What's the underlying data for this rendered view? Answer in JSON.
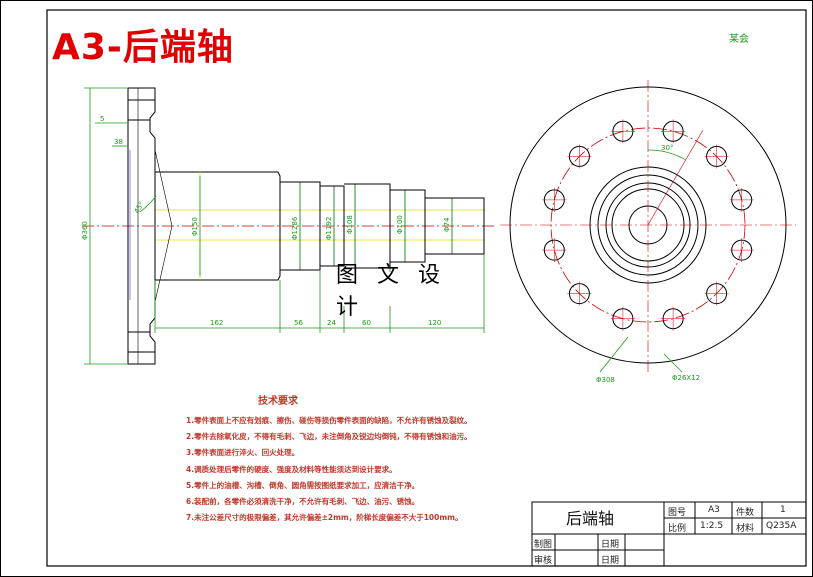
{
  "title": "A3-后端轴",
  "corner_note": "某会",
  "watermark": "图 文 设 计",
  "front_view": {
    "dims": {
      "d_flange": "Φ360",
      "d_shaft": "Φ150",
      "d_step2": "Φ1286",
      "d_step3": "Φ1192",
      "d_step4": "Φ108",
      "d_step5": "Φ100",
      "d_end": "Φ74",
      "len_1": "162",
      "len_2": "56",
      "len_3": "24",
      "len_4": "60",
      "len_5": "120",
      "small_1": "5",
      "small_2": "38",
      "chamfer": "45°"
    }
  },
  "side_view": {
    "angle": "30°",
    "bolt_circle": "Φ308",
    "holes": "Φ26X12"
  },
  "tech_requirements": {
    "title": "技术要求",
    "items": [
      "1.零件表面上不应有划痕、擦伤、碰伤等损伤零件表面的缺陷，不允许有锈蚀及裂纹。",
      "2.零件去除氧化皮，不得有毛刺、飞边，未注倒角及锐边均倒钝，不得有锈蚀和油污。",
      "3.零件表面进行淬火、回火处理。",
      "4.调质处理后零件的硬度、强度及材料等性能须达到设计要求。",
      "5.零件上的油槽、沟槽、倒角、圆角需按图纸要求加工，应清洁干净。",
      "6.装配前，各零件必须清洗干净，不允许有毛刺、飞边、油污、锈蚀。",
      "7.未注公差尺寸的极限偏差，其允许偏差±2mm，阶梯长度偏差不大于100mm。"
    ]
  },
  "title_block": {
    "part_name": "后端轴",
    "drawing_no_label": "图号",
    "drawing_no": "A3",
    "qty_label": "件数",
    "qty": "1",
    "scale_label": "比例",
    "scale": "1:2.5",
    "material_label": "材料",
    "material": "Q235A",
    "drawn_label": "制图",
    "checked_label": "审核",
    "date_label_1": "日期",
    "date_label_2": "日期"
  }
}
